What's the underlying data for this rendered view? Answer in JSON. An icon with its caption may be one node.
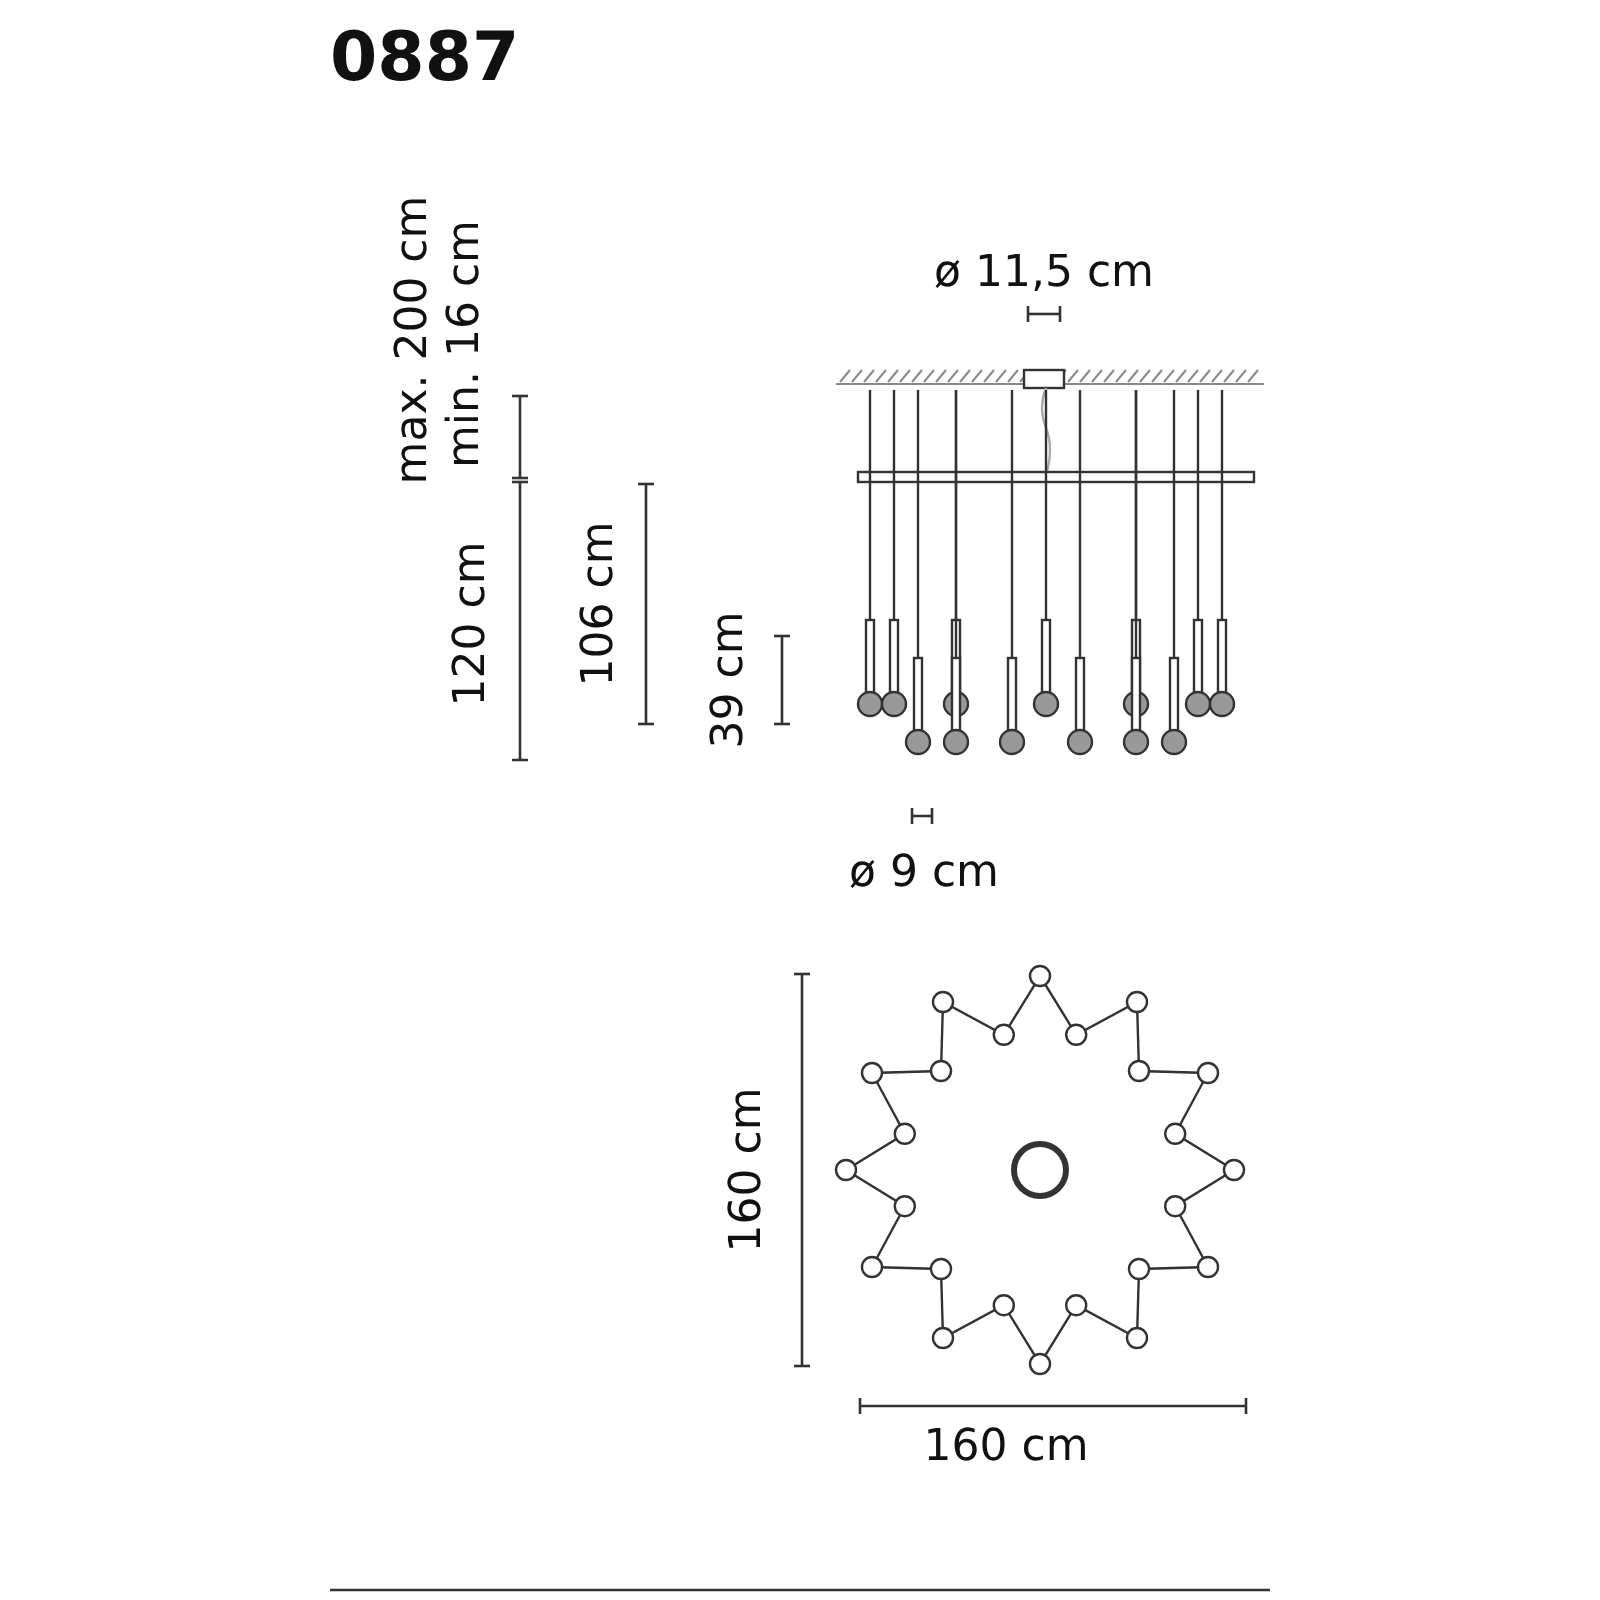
{
  "diagram": {
    "title": "0887",
    "labels": [
      "max. 200 cm",
      "min. 16 cm",
      "ø 11,5 cm",
      "120 cm",
      "106 cm",
      "39 cm",
      "ø 9 cm",
      "160 cm",
      "160 cm"
    ]
  }
}
